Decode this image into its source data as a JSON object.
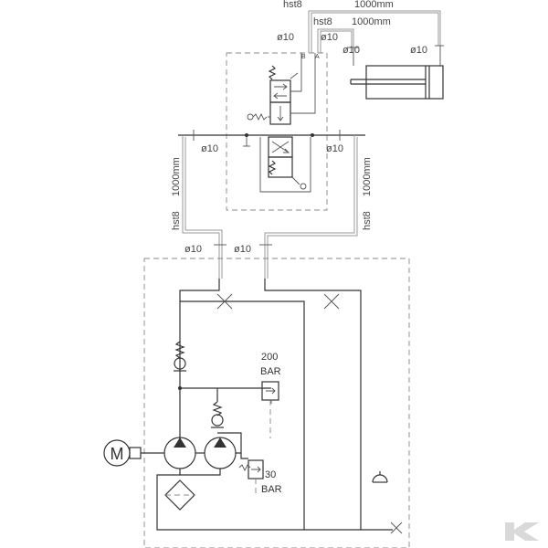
{
  "hoses": {
    "spec": "hst8",
    "length": "1000mm",
    "diameter": "ø10"
  },
  "valve": {
    "port_b": "B",
    "port_a": "A"
  },
  "motor": {
    "symbol": "M"
  },
  "relief_high": {
    "pressure": "200",
    "unit": "BAR"
  },
  "relief_low": {
    "pressure": "30",
    "unit": "BAR"
  },
  "logo": {
    "letter": "K",
    "color": "#d9d9d9"
  }
}
